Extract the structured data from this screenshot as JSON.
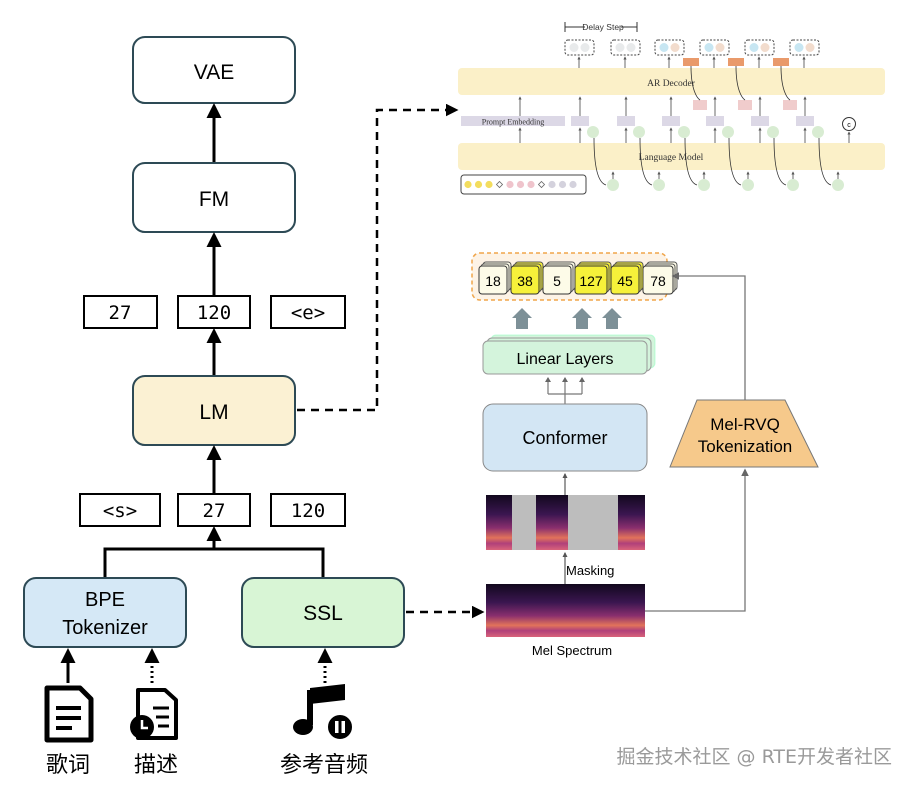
{
  "left_pipeline": {
    "vae": "VAE",
    "fm": "FM",
    "lm": "LM",
    "bpe_tokenizer": [
      "BPE",
      "Tokenizer"
    ],
    "ssl": "SSL",
    "output_tokens": [
      "27",
      "120",
      "<e>"
    ],
    "input_tokens": [
      "<s>",
      "27",
      "120"
    ],
    "inputs": [
      {
        "label": "歌词",
        "icon": "document-icon"
      },
      {
        "label": "描述",
        "icon": "document-clock-icon"
      },
      {
        "label": "参考音频",
        "icon": "music-note-icon"
      }
    ]
  },
  "decoder_figure": {
    "delay_step": "Delay Step",
    "ar_decoder": "AR Decoder",
    "prompt_embedding": "Prompt Embedding",
    "language_model": "Language Model",
    "end_token": "c"
  },
  "tokenizer_figure": {
    "tokens": [
      {
        "value": "18",
        "highlight": false
      },
      {
        "value": "38",
        "highlight": true
      },
      {
        "value": "5",
        "highlight": false
      },
      {
        "value": "127",
        "highlight": true
      },
      {
        "value": "45",
        "highlight": true
      },
      {
        "value": "78",
        "highlight": false
      }
    ],
    "linear_layers": "Linear Layers",
    "conformer": "Conformer",
    "masking": "Masking",
    "mel_spectrum": "Mel Spectrum",
    "mel_rvq": [
      "Mel-RVQ",
      "Tokenization"
    ]
  },
  "watermark": "掘金技术社区 @ RTE开发者社区",
  "colors": {
    "box_stroke": "#2d4a55",
    "lm_fill": "#fbf1d3",
    "bpe_fill": "#d5e8f6",
    "ssl_fill": "#d8f5d5",
    "conformer_fill": "#d3e6f4",
    "linear_fill": "#d4f4dc",
    "rvq_fill": "#f6c98b",
    "token_highlight": "#f6f13a",
    "band_fill": "#fbf0c8"
  }
}
